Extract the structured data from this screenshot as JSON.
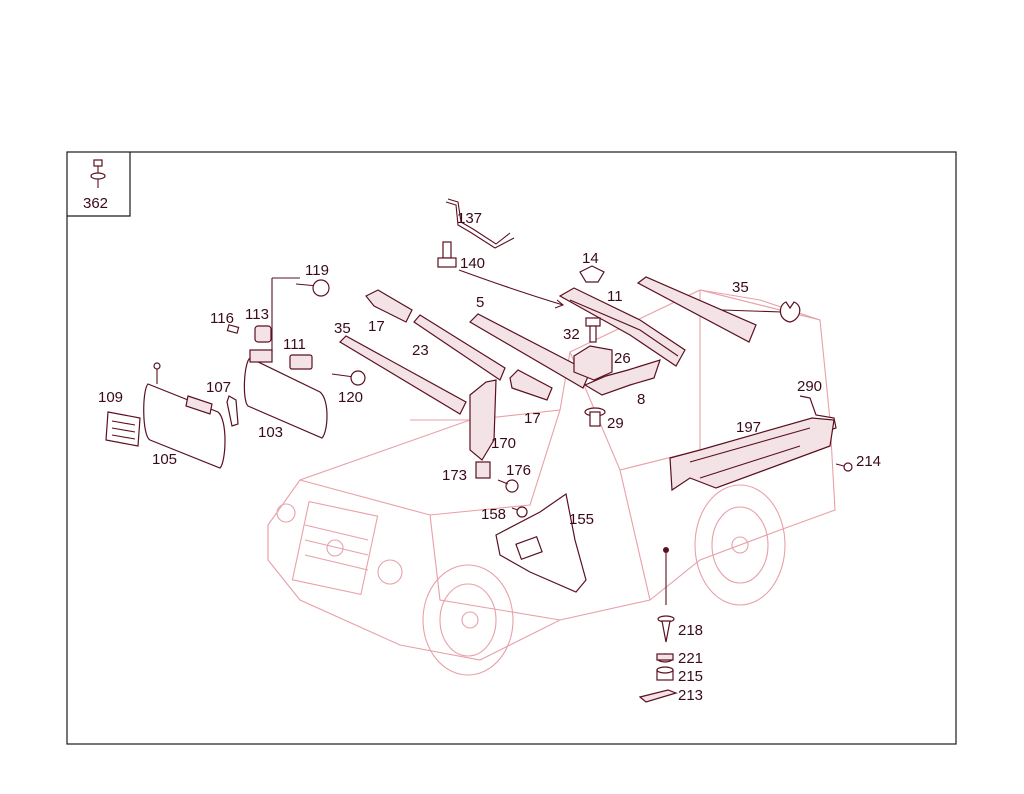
{
  "legend": {
    "number": "362"
  },
  "callouts": {
    "c137": "137",
    "c140": "140",
    "c14": "14",
    "c11": "11",
    "c35a": "35",
    "c119": "119",
    "c5": "5",
    "c32": "32",
    "c26": "26",
    "c116": "116",
    "c113": "113",
    "c17a": "17",
    "c35b": "35",
    "c23": "23",
    "c111": "111",
    "c107": "107",
    "c109": "109",
    "c120": "120",
    "c290": "290",
    "c8": "8",
    "c103": "103",
    "c17b": "17",
    "c29": "29",
    "c197": "197",
    "c170": "170",
    "c105": "105",
    "c214": "214",
    "c173": "173",
    "c176": "176",
    "c158": "158",
    "c155": "155",
    "c218": "218",
    "c221": "221",
    "c215": "215",
    "c213": "213"
  },
  "colors": {
    "vehicle_outline": "#e8a0a8",
    "parts_ink": "#5a1020",
    "frame": "#1a1a1a"
  }
}
